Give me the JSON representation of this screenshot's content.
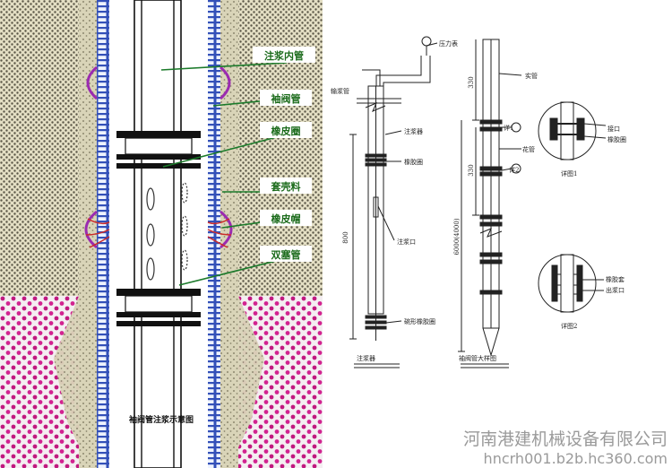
{
  "left_diagram": {
    "caption": "袖阀管注浆示意图",
    "labels": [
      "注浆内管",
      "袖阀管",
      "橡皮圈",
      "套壳料",
      "橡皮帽",
      "双塞管"
    ]
  },
  "injector": {
    "pressure_gauge": "压力表",
    "grout_pipe": "输浆管",
    "injector_label": "注浆器",
    "rubber_ring": "橡胶圈",
    "dim": "800",
    "grout_port": "注浆口",
    "bowl_ring": "碗形橡胶圈",
    "caption": "注浆器"
  },
  "sleeve_pipe": {
    "solid_pipe": "实管",
    "dim_top": "330",
    "dim_mid": "330",
    "dim_total": "6000(4000)",
    "detail1_tag": "详1",
    "flower_pipe": "花管",
    "detail2_tag": "详2",
    "caption": "袖阀管大样图"
  },
  "detail1": {
    "joint": "接口",
    "rubber_ring": "橡胶圈",
    "caption": "详图1"
  },
  "detail2": {
    "rubber_sleeve": "橡胶套",
    "outlet": "出浆口",
    "caption": "详图2"
  },
  "watermark": {
    "company": "河南港建机械设备有限公司",
    "url": "hncrh001.b2b.hc360.com"
  }
}
